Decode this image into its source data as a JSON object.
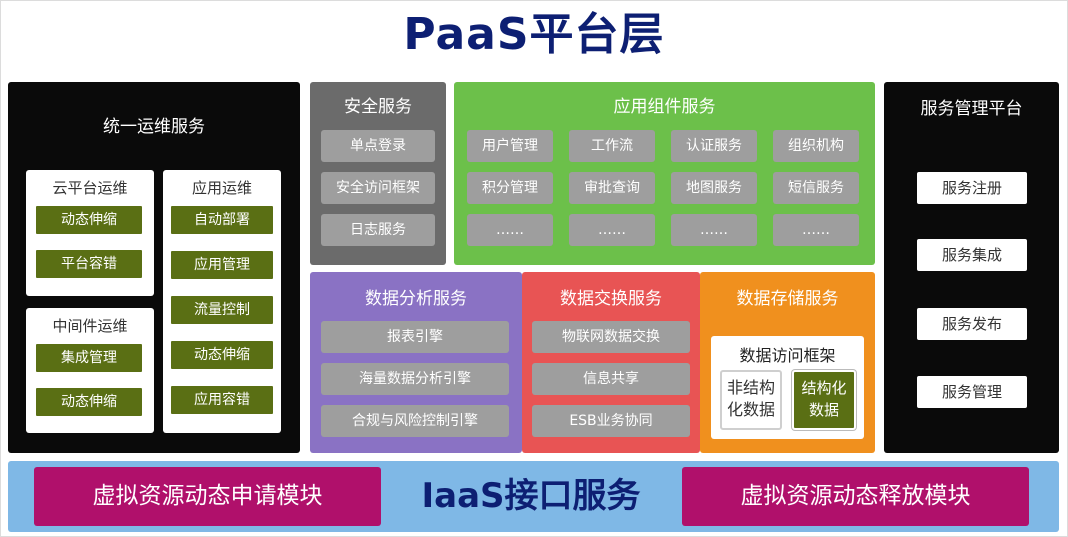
{
  "title": "PaaS平台层",
  "ops": {
    "title": "统一运维服务",
    "cloud": {
      "title": "云平台运维",
      "items": [
        "动态伸缩",
        "平台容错"
      ]
    },
    "middleware": {
      "title": "中间件运维",
      "items": [
        "集成管理",
        "动态伸缩"
      ]
    },
    "app": {
      "title": "应用运维",
      "items": [
        "自动部署",
        "应用管理",
        "流量控制",
        "动态伸缩",
        "应用容错"
      ]
    }
  },
  "security": {
    "title": "安全服务",
    "items": [
      "单点登录",
      "安全访问框架",
      "日志服务"
    ]
  },
  "components": {
    "title": "应用组件服务",
    "items": [
      "用户管理",
      "工作流",
      "认证服务",
      "组织机构",
      "积分管理",
      "审批查询",
      "地图服务",
      "短信服务",
      "……",
      "……",
      "……",
      "……"
    ]
  },
  "mgmt": {
    "title": "服务管理平台",
    "items": [
      "服务注册",
      "服务集成",
      "服务发布",
      "服务管理"
    ]
  },
  "analysis": {
    "title": "数据分析服务",
    "items": [
      "报表引擎",
      "海量数据分析引擎",
      "合规与风险控制引擎"
    ]
  },
  "exchange": {
    "title": "数据交换服务",
    "items": [
      "物联网数据交换",
      "信息共享",
      "ESB业务协同"
    ]
  },
  "storage": {
    "title": "数据存储服务",
    "framework": {
      "title": "数据访问框架",
      "unstructured": "非结构化数据",
      "structured": "结构化数据"
    }
  },
  "iaas": {
    "title": "IaaS接口服务",
    "left": "虚拟资源动态申请模块",
    "right": "虚拟资源动态释放模块"
  },
  "colors": {
    "navy": "#0d1f73",
    "black": "#0a0a0a",
    "gray_panel": "#6b6b6b",
    "green": "#6cc04a",
    "purple": "#8a72c4",
    "red": "#e85454",
    "orange": "#f0901e",
    "blue": "#7fb8e6",
    "magenta": "#b0106b",
    "olive": "#5a6f14"
  }
}
